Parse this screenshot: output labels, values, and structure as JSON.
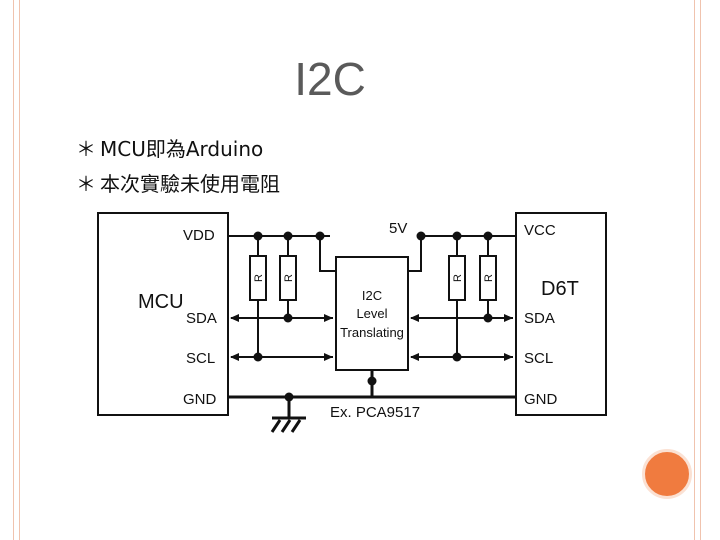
{
  "slide": {
    "title": "I2C",
    "bullets": [
      {
        "mark": "＊",
        "text": "MCU即為Arduino"
      },
      {
        "mark": "＊",
        "text": "本次實驗未使用電阻"
      }
    ]
  },
  "diagram": {
    "mcu_block": {
      "name": "MCU",
      "pins": {
        "vdd": "VDD",
        "sda": "SDA",
        "scl": "SCL",
        "gnd": "GND"
      }
    },
    "d6t_block": {
      "name": "D6T",
      "pins": {
        "vcc": "VCC",
        "sda": "SDA",
        "scl": "SCL",
        "gnd": "GND"
      }
    },
    "translator": {
      "line1": "I2C",
      "line2": "Level",
      "line3": "Translating"
    },
    "supply_label": "5V",
    "resistor_label": "R",
    "part_label": "Ex. PCA9517"
  },
  "colors": {
    "accent": "#f07b3f",
    "frame": "#f0c3ae",
    "title": "#5a5a5a"
  }
}
